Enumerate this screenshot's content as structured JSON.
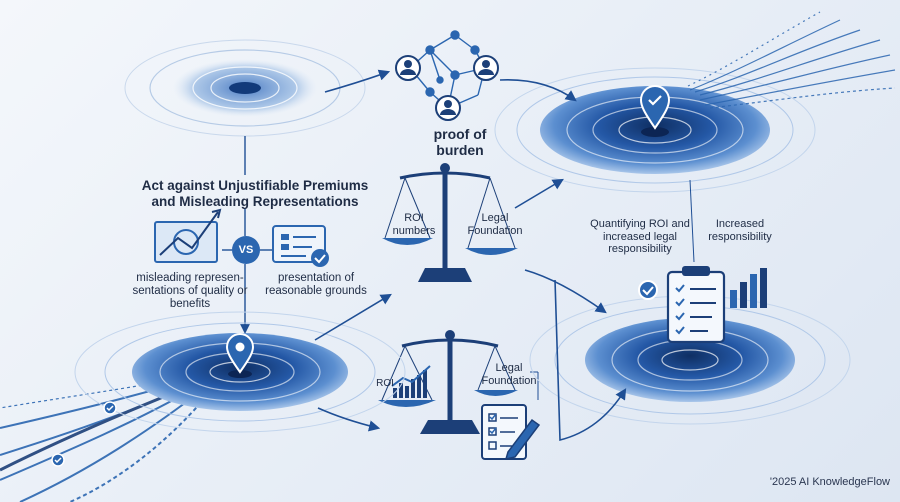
{
  "title": {
    "line1": "Act against Unjustifiable Premiums",
    "line2": "and Misleading Representations"
  },
  "proof_label": "proof of burden",
  "vs_badge": "VS",
  "misleading_label": "misleading represen- sentations of quality or benefits",
  "presentation_label": "presentation of reasonable grounds",
  "scale_top": {
    "left_label": "ROI numbers",
    "right_label": "Legal Foundation"
  },
  "scale_bottom": {
    "left_label": "ROI",
    "right_label": "Legal Foundation"
  },
  "quantifying_label": "Quantifying ROI and increased legal responsibility",
  "increased_label": "Increased responsibility",
  "copyright": "'2025 AI KnowledgeFlow",
  "colors": {
    "primary": "#2b66b0",
    "dark": "#1c3f78",
    "light": "#9ec0e6",
    "text": "#1f2c45"
  }
}
